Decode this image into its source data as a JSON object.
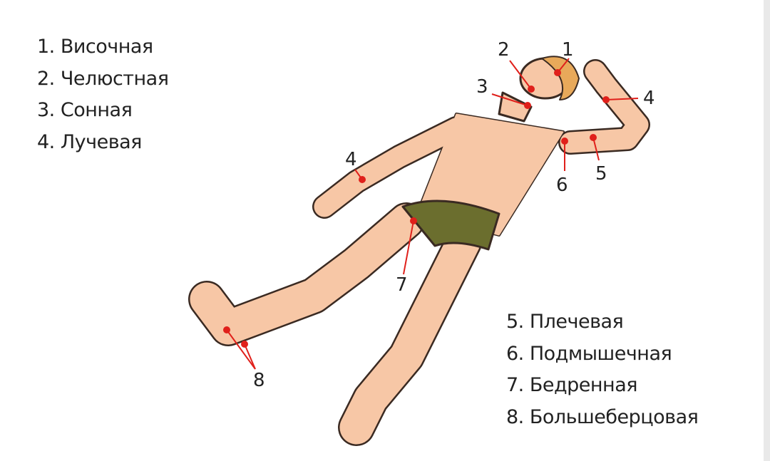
{
  "legend_left": [
    "1. Височная",
    "2. Челюстная",
    "3. Сонная",
    "4. Лучевая"
  ],
  "legend_right": [
    "5. Плечевая",
    "6. Подмышечная",
    "7. Бедренная",
    "8. Большеберцовая"
  ],
  "markers": {
    "m1": "1",
    "m2": "2",
    "m3": "3",
    "m4a": "4",
    "m4b": "4",
    "m5": "5",
    "m6": "6",
    "m7": "7",
    "m8": "8"
  },
  "colors": {
    "skin": "#f7c7a6",
    "outline": "#3a2a22",
    "hair": "#e8a95a",
    "shorts": "#6b6e2e",
    "marker": "#e0201b"
  }
}
